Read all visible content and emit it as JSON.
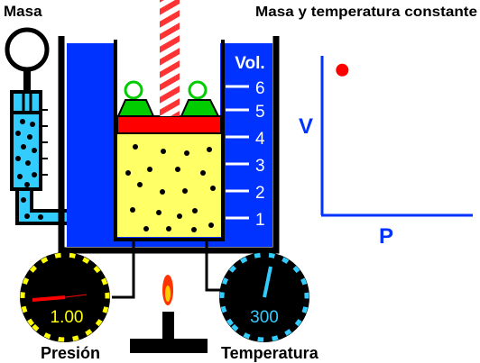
{
  "labels": {
    "masa": "Masa",
    "title": "Masa y temperatura constante",
    "presion": "Presión",
    "temperatura": "Temperatura"
  },
  "volume_scale": {
    "title": "Vol.",
    "ticks": [
      "1",
      "2",
      "3",
      "4",
      "5",
      "6"
    ]
  },
  "gauges": {
    "pressure": {
      "value": "1.00"
    },
    "temperature": {
      "value": "300"
    }
  },
  "colors": {
    "water": "#0033ff",
    "gas": "#ffff66",
    "piston": "#ff0000",
    "weight": "#00cc00",
    "tube": "#33ccff",
    "rod": "#ff3333"
  },
  "chart_data": {
    "type": "scatter",
    "xlabel": "P",
    "ylabel": "V",
    "series": [
      {
        "x": [
          1.0
        ],
        "y": [
          5
        ]
      }
    ],
    "grid": false
  }
}
